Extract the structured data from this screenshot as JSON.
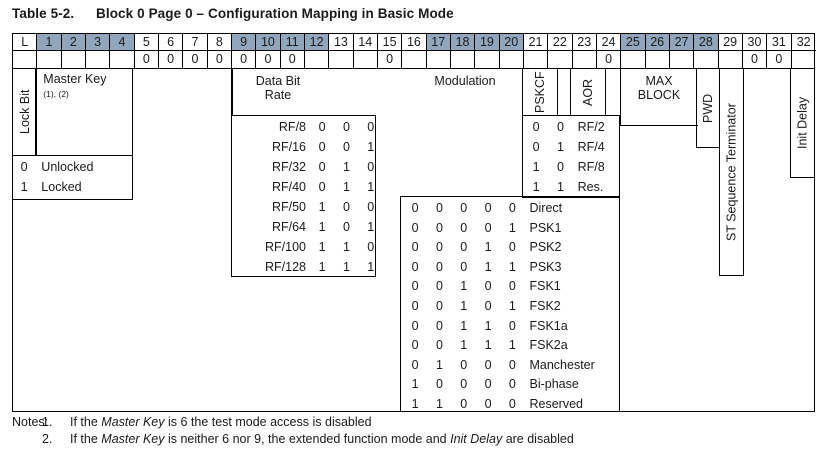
{
  "title": {
    "number": "Table 5-2.",
    "text": "Block 0 Page 0 – Configuration Mapping in Basic Mode"
  },
  "colors": {
    "shade": "#90a6bb",
    "line": "#000000",
    "text": "#1a1a1a"
  },
  "grid": {
    "columns": [
      {
        "label": "L",
        "value": "",
        "shaded": false
      },
      {
        "label": "1",
        "value": "",
        "shaded": true
      },
      {
        "label": "2",
        "value": "",
        "shaded": true
      },
      {
        "label": "3",
        "value": "",
        "shaded": true
      },
      {
        "label": "4",
        "value": "",
        "shaded": true
      },
      {
        "label": "5",
        "value": "0",
        "shaded": false
      },
      {
        "label": "6",
        "value": "0",
        "shaded": false
      },
      {
        "label": "7",
        "value": "0",
        "shaded": false
      },
      {
        "label": "8",
        "value": "0",
        "shaded": false
      },
      {
        "label": "9",
        "value": "0",
        "shaded": true
      },
      {
        "label": "10",
        "value": "0",
        "shaded": true
      },
      {
        "label": "11",
        "value": "0",
        "shaded": true
      },
      {
        "label": "12",
        "value": "",
        "shaded": true
      },
      {
        "label": "13",
        "value": "",
        "shaded": false
      },
      {
        "label": "14",
        "value": "",
        "shaded": false
      },
      {
        "label": "15",
        "value": "0",
        "shaded": false
      },
      {
        "label": "16",
        "value": "",
        "shaded": false
      },
      {
        "label": "17",
        "value": "",
        "shaded": true
      },
      {
        "label": "18",
        "value": "",
        "shaded": true
      },
      {
        "label": "19",
        "value": "",
        "shaded": true
      },
      {
        "label": "20",
        "value": "",
        "shaded": true
      },
      {
        "label": "21",
        "value": "",
        "shaded": false
      },
      {
        "label": "22",
        "value": "",
        "shaded": false
      },
      {
        "label": "23",
        "value": "",
        "shaded": false
      },
      {
        "label": "24",
        "value": "0",
        "shaded": false
      },
      {
        "label": "25",
        "value": "",
        "shaded": true
      },
      {
        "label": "26",
        "value": "",
        "shaded": true
      },
      {
        "label": "27",
        "value": "",
        "shaded": true
      },
      {
        "label": "28",
        "value": "",
        "shaded": true
      },
      {
        "label": "29",
        "value": "",
        "shaded": false
      },
      {
        "label": "30",
        "value": "0",
        "shaded": false
      },
      {
        "label": "31",
        "value": "0",
        "shaded": false
      },
      {
        "label": "32",
        "value": "",
        "shaded": false
      }
    ]
  },
  "fields": {
    "lock_bit": "Lock Bit",
    "master_key": "Master Key",
    "master_key_notes": "(1), (2)",
    "data_bit_rate_line1": "Data Bit",
    "data_bit_rate_line2": "Rate",
    "modulation": "Modulation",
    "pskcf": "PSKCF",
    "aor": "AOR",
    "max_block_line1": "MAX",
    "max_block_line2": "BLOCK",
    "pwd": "PWD",
    "st_sequence_terminator": "ST Sequence Terminator",
    "init_delay": "Init Delay"
  },
  "lock_bit_values": [
    {
      "bit": "0",
      "name": "Unlocked"
    },
    {
      "bit": "1",
      "name": "Locked"
    }
  ],
  "data_bit_rate": [
    {
      "name": "RF/8",
      "bits": [
        "0",
        "0",
        "0"
      ]
    },
    {
      "name": "RF/16",
      "bits": [
        "0",
        "0",
        "1"
      ]
    },
    {
      "name": "RF/32",
      "bits": [
        "0",
        "1",
        "0"
      ]
    },
    {
      "name": "RF/40",
      "bits": [
        "0",
        "1",
        "1"
      ]
    },
    {
      "name": "RF/50",
      "bits": [
        "1",
        "0",
        "0"
      ]
    },
    {
      "name": "RF/64",
      "bits": [
        "1",
        "0",
        "1"
      ]
    },
    {
      "name": "RF/100",
      "bits": [
        "1",
        "1",
        "0"
      ]
    },
    {
      "name": "RF/128",
      "bits": [
        "1",
        "1",
        "1"
      ]
    }
  ],
  "pskcf_values": [
    {
      "bits": [
        "0",
        "0"
      ],
      "name": "RF/2"
    },
    {
      "bits": [
        "0",
        "1"
      ],
      "name": "RF/4"
    },
    {
      "bits": [
        "1",
        "0"
      ],
      "name": "RF/8"
    },
    {
      "bits": [
        "1",
        "1"
      ],
      "name": "Res."
    }
  ],
  "modulation_values": [
    {
      "bits": [
        "0",
        "0",
        "0",
        "0",
        "0"
      ],
      "name": "Direct"
    },
    {
      "bits": [
        "0",
        "0",
        "0",
        "0",
        "1"
      ],
      "name": "PSK1"
    },
    {
      "bits": [
        "0",
        "0",
        "0",
        "1",
        "0"
      ],
      "name": "PSK2"
    },
    {
      "bits": [
        "0",
        "0",
        "0",
        "1",
        "1"
      ],
      "name": "PSK3"
    },
    {
      "bits": [
        "0",
        "0",
        "1",
        "0",
        "0"
      ],
      "name": "FSK1"
    },
    {
      "bits": [
        "0",
        "0",
        "1",
        "0",
        "1"
      ],
      "name": "FSK2"
    },
    {
      "bits": [
        "0",
        "0",
        "1",
        "1",
        "0"
      ],
      "name": "FSK1a"
    },
    {
      "bits": [
        "0",
        "0",
        "1",
        "1",
        "1"
      ],
      "name": "FSK2a"
    },
    {
      "bits": [
        "0",
        "1",
        "0",
        "0",
        "0"
      ],
      "name": "Manchester"
    },
    {
      "bits": [
        "1",
        "0",
        "0",
        "0",
        "0"
      ],
      "name": "Bi-phase"
    },
    {
      "bits": [
        "1",
        "1",
        "0",
        "0",
        "0"
      ],
      "name": "Reserved"
    }
  ],
  "notes": {
    "label": "Notes:",
    "items": [
      {
        "index": "1.",
        "pre": "If the ",
        "em1": "Master Key",
        "mid": " is 6 the test mode access is disabled",
        "em2": "",
        "post": ""
      },
      {
        "index": "2.",
        "pre": "If the ",
        "em1": "Master Key",
        "mid": " is neither 6 nor 9, the extended function mode and ",
        "em2": "Init Delay",
        "post": " are disabled"
      }
    ]
  }
}
